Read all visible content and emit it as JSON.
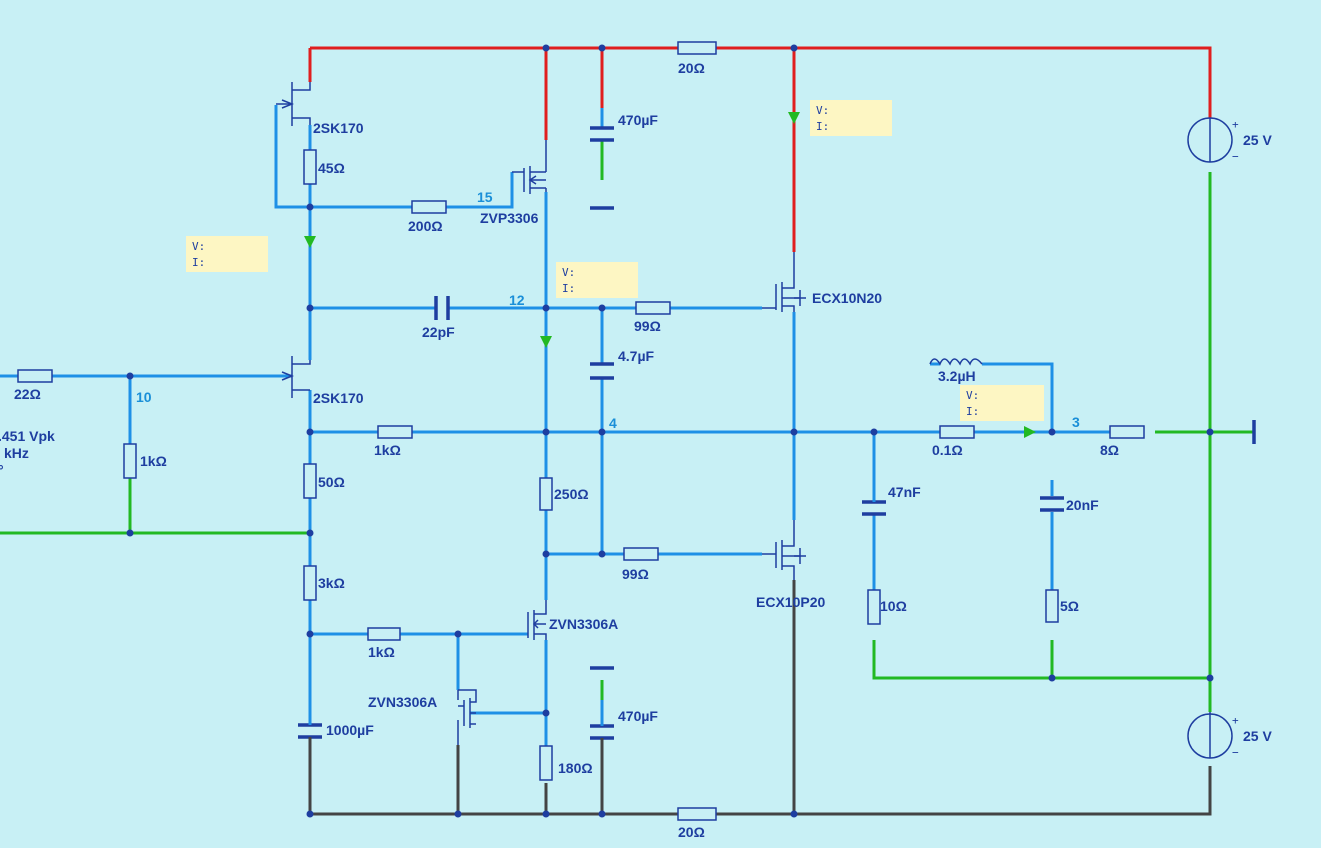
{
  "diagram": {
    "components": {
      "r_in": "22Ω",
      "r_in_shunt": "1kΩ",
      "src_text_1": ".451 Vpk",
      "src_text_2": "kHz",
      "src_text_3": "°",
      "jfet_top": "2SK170",
      "jfet_bottom": "2SK170",
      "r45": "45Ω",
      "r200": "200Ω",
      "mos_zvp": "ZVP3306",
      "c470_top": "470µF",
      "r20_top": "20Ω",
      "c22p": "22pF",
      "r99_top": "99Ω",
      "c4_7": "4.7µF",
      "mos_n20": "ECX10N20",
      "mos_p20": "ECX10P20",
      "r1k_fb": "1kΩ",
      "r50": "50Ω",
      "r250": "250Ω",
      "r99_bot": "99Ω",
      "r3k": "3kΩ",
      "r1k_bias": "1kΩ",
      "mos_zvn_top": "ZVN3306A",
      "mos_zvn_bot": "ZVN3306A",
      "c1000": "1000µF",
      "r180": "180Ω",
      "c470_bot": "470µF",
      "r20_bot": "20Ω",
      "ind": "3.2µH",
      "r0_1": "0.1Ω",
      "c47n": "47nF",
      "r10": "10Ω",
      "c20n": "20nF",
      "r5": "5Ω",
      "r8": "8Ω",
      "vsrc_top": "25 V",
      "vsrc_bot": "25 V"
    },
    "nodes": {
      "n10": "10",
      "n15": "15",
      "n12": "12",
      "n4": "4",
      "n3": "3"
    },
    "probe": {
      "v": "V:",
      "i": "I:"
    },
    "colors": {
      "background": "#c8f0f5",
      "wire_signal": "#1e90e6",
      "wire_positive": "#e01e1e",
      "wire_ground": "#22b922",
      "wire_negative": "#444444",
      "component": "#1e3ea0",
      "probe": "#fdf6c3"
    }
  }
}
